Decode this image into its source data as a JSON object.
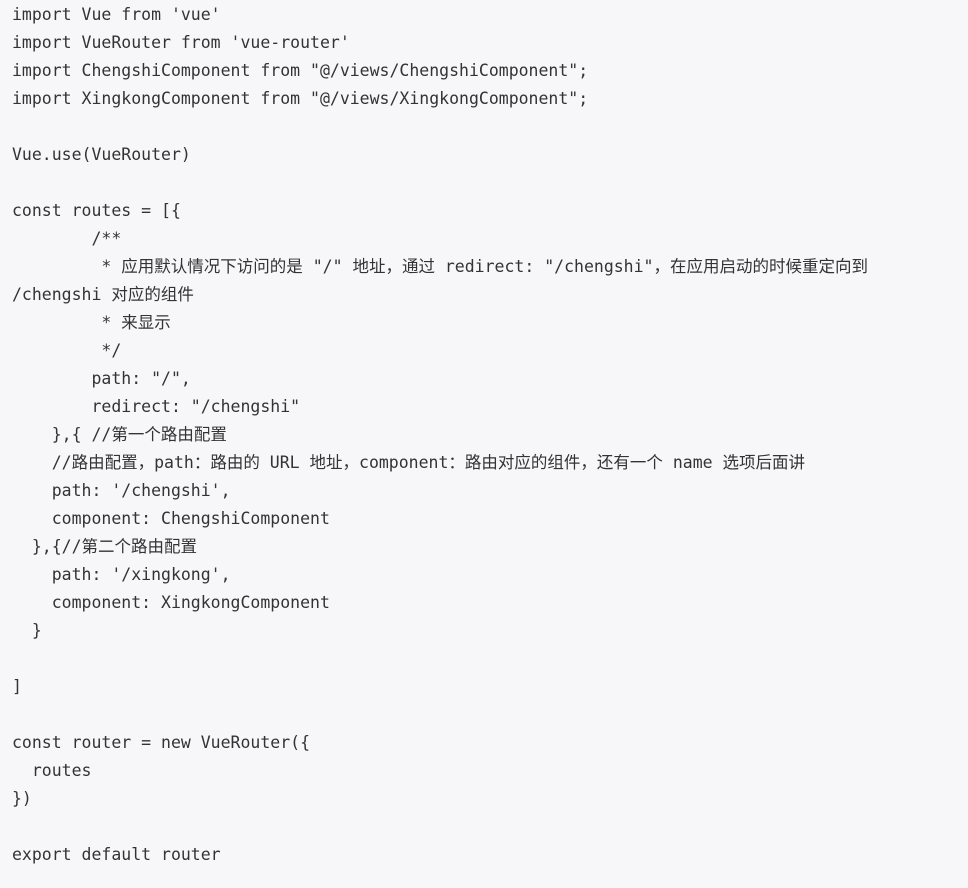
{
  "code": {
    "language": "javascript",
    "lines": [
      "import Vue from 'vue'",
      "import VueRouter from 'vue-router'",
      "import ChengshiComponent from \"@/views/ChengshiComponent\";",
      "import XingkongComponent from \"@/views/XingkongComponent\";",
      "",
      "Vue.use(VueRouter)",
      "",
      "const routes = [{",
      "        /**",
      "         * 应用默认情况下访问的是 \"/\" 地址，通过 redirect: \"/chengshi\"，在应用启动的时候重定向到",
      "/chengshi 对应的组件",
      "         * 来显示",
      "         */",
      "        path: \"/\",",
      "        redirect: \"/chengshi\"",
      "    },{ //第一个路由配置",
      "    //路由配置，path：路由的 URL 地址，component：路由对应的组件，还有一个 name 选项后面讲",
      "    path: '/chengshi',",
      "    component: ChengshiComponent",
      "  },{//第二个路由配置",
      "    path: '/xingkong',",
      "    component: XingkongComponent",
      "  }",
      "",
      "]",
      "",
      "const router = new VueRouter({",
      "  routes",
      "})",
      "",
      "export default router"
    ]
  },
  "colors": {
    "background": "#f7f7f9",
    "text": "#333333"
  }
}
